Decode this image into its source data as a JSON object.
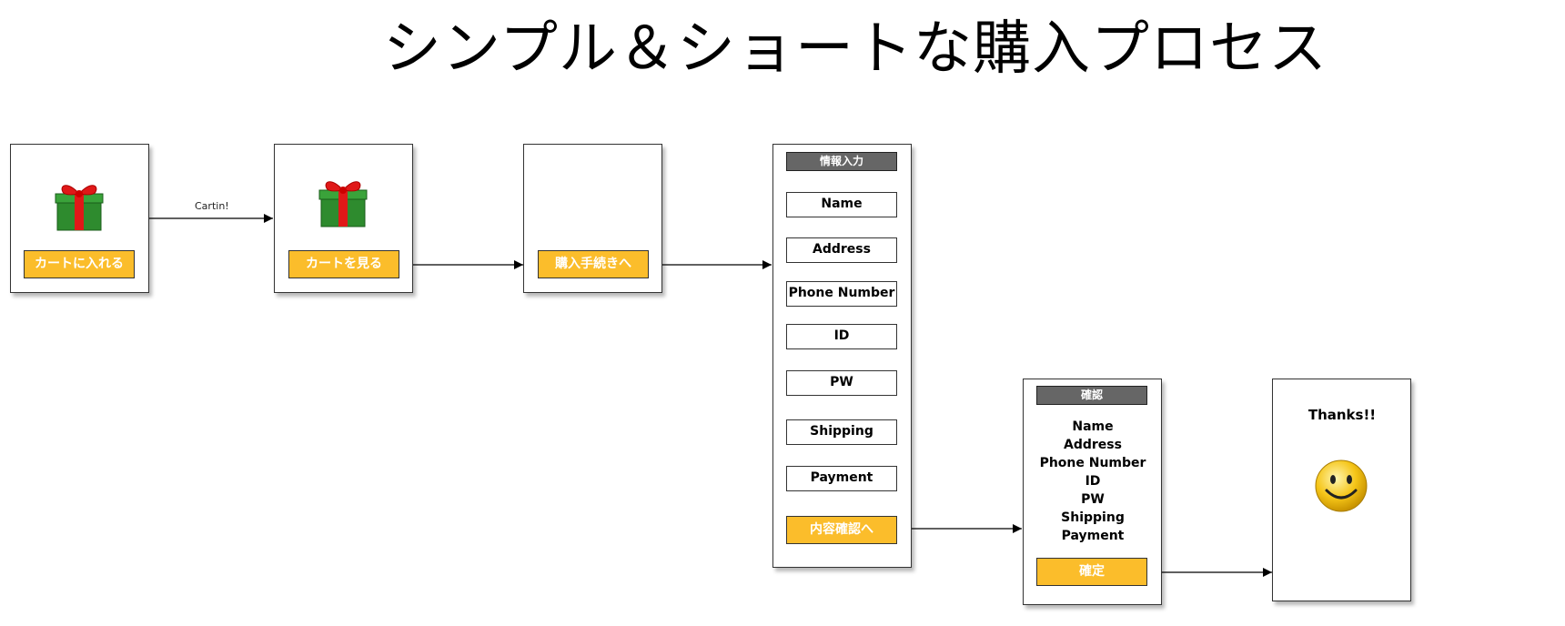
{
  "title": "シンプル＆ショートな購入プロセス",
  "edge_label": "Cartin!",
  "step1": {
    "button": "カートに入れる",
    "icon": "gift-icon"
  },
  "step2": {
    "button": "カートを見る",
    "icon": "gift-icon"
  },
  "step3": {
    "button": "購入手続きへ"
  },
  "step4": {
    "header": "情報入力",
    "fields": [
      "Name",
      "Address",
      "Phone Number",
      "ID",
      "PW",
      "Shipping",
      "Payment"
    ],
    "button": "内容確認へ"
  },
  "step5": {
    "header": "確認",
    "items": [
      "Name",
      "Address",
      "Phone Number",
      "ID",
      "PW",
      "Shipping",
      "Payment"
    ],
    "button": "確定"
  },
  "step6": {
    "text": "Thanks!!",
    "icon": "smiley-icon"
  },
  "colors": {
    "button": "#fbbd2b",
    "header": "#666666",
    "gift_box": "#2e8b2e",
    "gift_ribbon": "#e01818",
    "smiley": "#f5c518"
  }
}
